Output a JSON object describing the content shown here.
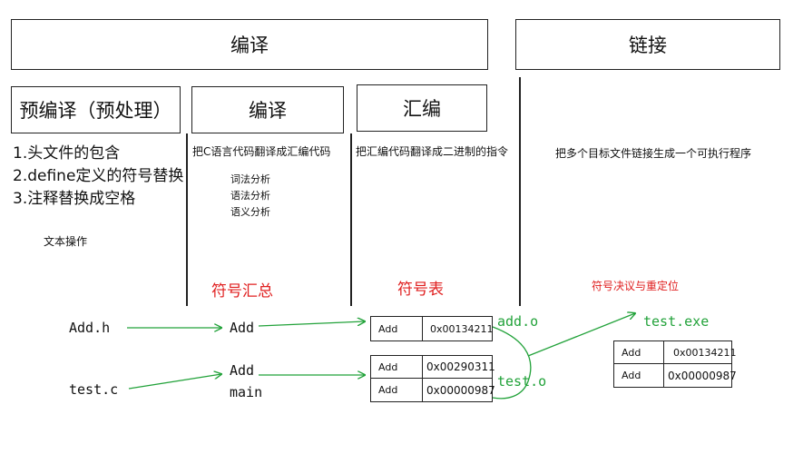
{
  "stages": {
    "compile_main": "编译",
    "link": "链接",
    "preprocess": "预编译（预处理）",
    "compile": "编译",
    "assemble": "汇编"
  },
  "descriptions": {
    "preprocess": [
      "1.头文件的包含",
      "2.define定义的符号替换",
      "3.注释替换成空格"
    ],
    "preprocess_note": "文本操作",
    "compile": "把C语言代码翻译成汇编代码",
    "compile_steps": [
      "词法分析",
      "语法分析",
      "语义分析"
    ],
    "assemble": "把汇编代码翻译成二进制的指令",
    "link": "把多个目标文件链接生成一个可执行程序"
  },
  "labels": {
    "symbol_summary": "符号汇总",
    "symbol_table": "符号表",
    "symbol_merge": "符号决议与重定位"
  },
  "files": {
    "add_h": "Add.h",
    "test_c": "test.c",
    "add_o": "add.o",
    "test_o": "test.o",
    "test_exe": "test.exe"
  },
  "symbols": {
    "add_h_symbol": "Add",
    "test_c_symbols": [
      "Add",
      "main"
    ]
  },
  "tables": {
    "add_o": [
      {
        "name": "Add",
        "addr": "0x00134211"
      }
    ],
    "test_o": [
      {
        "name": "Add",
        "addr": "0x00290311"
      },
      {
        "name": "Add",
        "addr": "0x00000987"
      }
    ],
    "test_exe": [
      {
        "name": "Add",
        "addr": "0x00134211"
      },
      {
        "name": "Add",
        "addr": "0x00000987"
      }
    ]
  },
  "colors": {
    "accent_red": "#e02020",
    "accent_green": "#22a23a",
    "line": "#222222"
  }
}
